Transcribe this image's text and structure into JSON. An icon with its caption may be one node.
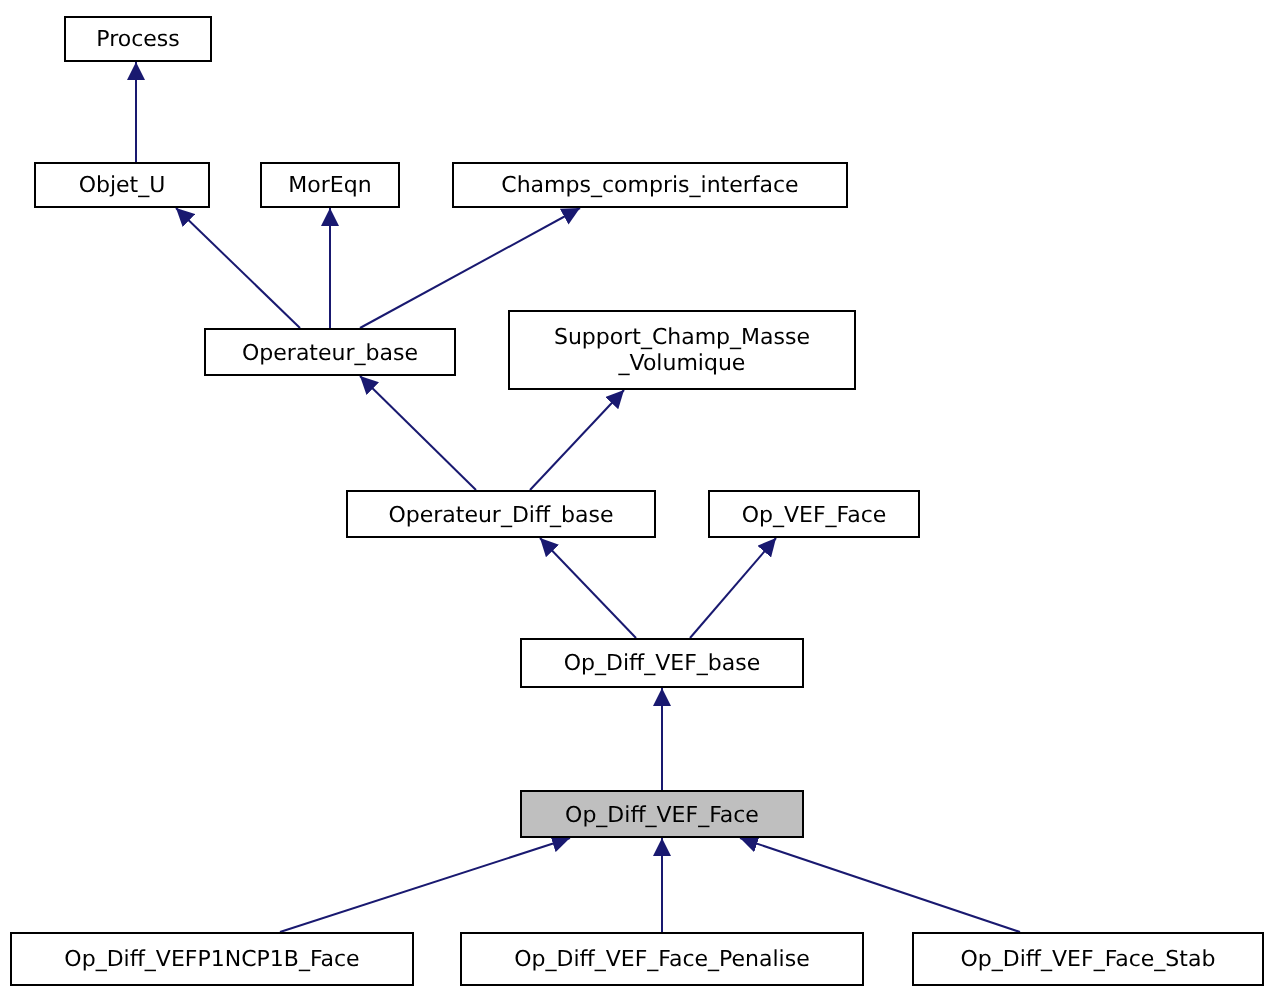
{
  "diagram": {
    "nodes": [
      {
        "text": [
          "Process"
        ]
      },
      {
        "text": [
          "Objet_U"
        ]
      },
      {
        "text": [
          "MorEqn"
        ]
      },
      {
        "text": [
          "Champs_compris_interface"
        ]
      },
      {
        "text": [
          "Operateur_base"
        ]
      },
      {
        "text": [
          "Support_Champ_Masse _Volumique"
        ]
      },
      {
        "text": [
          "Operateur_Diff_base"
        ]
      },
      {
        "text": [
          "Op_VEF_Face"
        ]
      },
      {
        "text": [
          "Op_Diff_VEF_base"
        ]
      },
      {
        "text": [
          "Op_Diff_VEF_Face"
        ]
      },
      {
        "text": [
          "Op_Diff_VEFP1NCP1B_Face"
        ]
      },
      {
        "text": [
          "Op_Diff_VEF_Face_Penalise"
        ]
      },
      {
        "text": [
          "Op_Diff_VEF_Face_Stab"
        ]
      }
    ],
    "edges": [
      {
        "from": 1,
        "to": 0,
        "arrow": "to"
      },
      {
        "from": 4,
        "to": 1,
        "arrow": "to"
      },
      {
        "from": 4,
        "to": 2,
        "arrow": "to"
      },
      {
        "from": 4,
        "to": 3,
        "arrow": "to"
      },
      {
        "from": 6,
        "to": 4,
        "arrow": "to"
      },
      {
        "from": 6,
        "to": 5,
        "arrow": "to"
      },
      {
        "from": 8,
        "to": 6,
        "arrow": "to"
      },
      {
        "from": 8,
        "to": 7,
        "arrow": "to"
      },
      {
        "from": 9,
        "to": 8,
        "arrow": "to"
      },
      {
        "from": 10,
        "to": 9,
        "arrow": "to"
      },
      {
        "from": 11,
        "to": 9,
        "arrow": "to"
      },
      {
        "from": 12,
        "to": 9,
        "arrow": "to"
      }
    ]
  }
}
